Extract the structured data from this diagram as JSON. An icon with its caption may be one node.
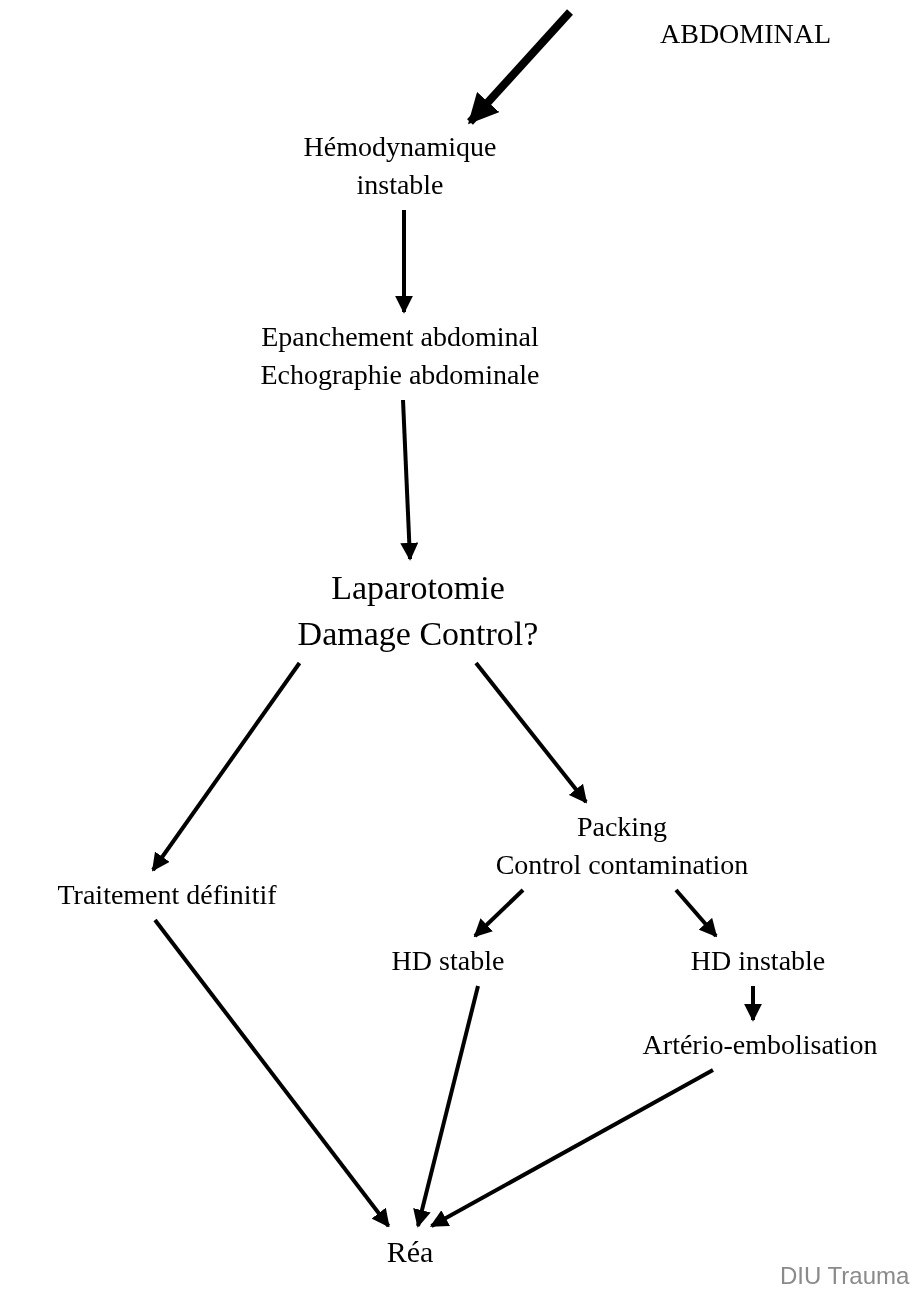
{
  "diagram": {
    "nodes": [
      {
        "text": [
          "Hémodynamique instable"
        ]
      },
      {
        "text": [
          "Epanchement abdominal",
          "Echographie abdominale"
        ]
      },
      {
        "text": [
          "Laparotomie",
          "Damage Control?"
        ]
      },
      {
        "text": [
          "Packing",
          "Control contamination"
        ]
      },
      {
        "text": [
          "Traitement définitif"
        ]
      },
      {
        "text": [
          "HD stable"
        ]
      },
      {
        "text": [
          "HD instable"
        ]
      },
      {
        "text": [
          "Artério-embolisation"
        ]
      },
      {
        "text": [
          "Réa"
        ]
      }
    ],
    "edges": [
      {
        "from": null,
        "to": 0,
        "arrow": "to",
        "style": "thick"
      },
      {
        "from": 0,
        "to": 1,
        "arrow": "to"
      },
      {
        "from": 1,
        "to": 2,
        "arrow": "to"
      },
      {
        "from": 2,
        "to": 4,
        "arrow": "to"
      },
      {
        "from": 2,
        "to": 3,
        "arrow": "to"
      },
      {
        "from": 3,
        "to": 5,
        "arrow": "to"
      },
      {
        "from": 3,
        "to": 6,
        "arrow": "to"
      },
      {
        "from": 4,
        "to": 8,
        "arrow": "to"
      },
      {
        "from": 5,
        "to": 8,
        "arrow": "to"
      },
      {
        "from": 6,
        "to": 7,
        "arrow": "to"
      },
      {
        "from": 7,
        "to": 8,
        "arrow": "to"
      }
    ],
    "labels": [
      "ABDOMINAL",
      "DIU Trauma"
    ]
  }
}
